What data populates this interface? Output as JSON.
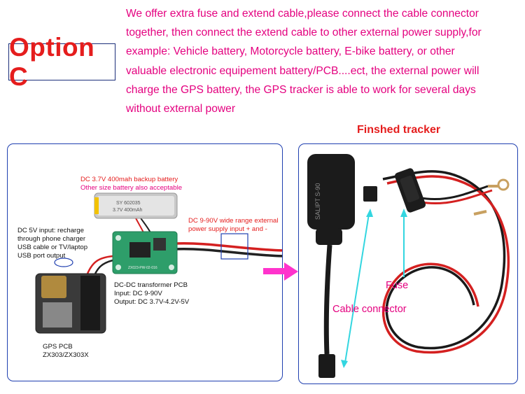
{
  "option_label": "Option C",
  "description": [
    "We offer extra fuse and extend cable,please connect the cable connector",
    "together, then connect the extend cable to other external power supply,for",
    "example: Vehicle battery, Motorcycle battery, E-bike battery, or other",
    "valuable electronic equipement battery/PCB....ect, the external power will",
    "charge the GPS battery, the GPS tracker is able to work for several days",
    "without external power"
  ],
  "finished_title": "Finshed tracker",
  "left_panel": {
    "battery_label": "DC 3.7V 400mah backup battery",
    "battery_sub": "Other size battery also acceptable",
    "battery_print_1": "SY 602035",
    "battery_print_2": "3.7V 400mAh",
    "dc5v_lines": [
      "DC 5V input: recharge",
      "through phone charger",
      "USB cable or TV/laptop",
      "USB port output"
    ],
    "wide_range_lines": [
      "DC 9-90V wide range external",
      "power supply input + and -"
    ],
    "transformer_lines": [
      "DC-DC transformer PCB",
      "Input: DC 9-90V",
      "Output: DC 3.7V-4.2V-5V"
    ],
    "pcb_code": "ZX023-PW-02-016",
    "gps_lines": [
      "GPS PCB",
      "ZX303/ZX303X"
    ]
  },
  "right_panel": {
    "device_print": "SALIPT S-90",
    "fuse_label": "Fuse",
    "connector_label": "Cable connector"
  },
  "colors": {
    "red": "#e51d1d",
    "magenta": "#e4007f",
    "blue": "#1f3fb0"
  }
}
